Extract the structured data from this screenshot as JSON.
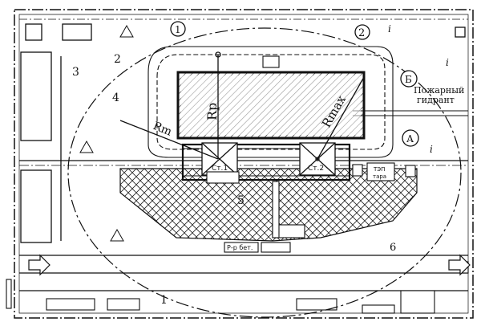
{
  "markers": {
    "n1": "1",
    "n2": "2",
    "n3": "3",
    "n4": "4",
    "n5": "5",
    "n6": "6",
    "circle1": "1",
    "circle2": "2",
    "letterA": "А",
    "letterB": "Б",
    "i": "i"
  },
  "labels": {
    "rp": "Rp",
    "rmax": "Rmax",
    "rm": "Rm",
    "hydrant_line1": "Пожарный",
    "hydrant_line2": "гидрант",
    "crane1": "Ст.1",
    "crane2": "Ст.2",
    "tap": "ТЭП",
    "tara": "тара",
    "mortar": "Р-р бет."
  },
  "colors": {
    "ink": "#111111",
    "background": "#ffffff"
  }
}
